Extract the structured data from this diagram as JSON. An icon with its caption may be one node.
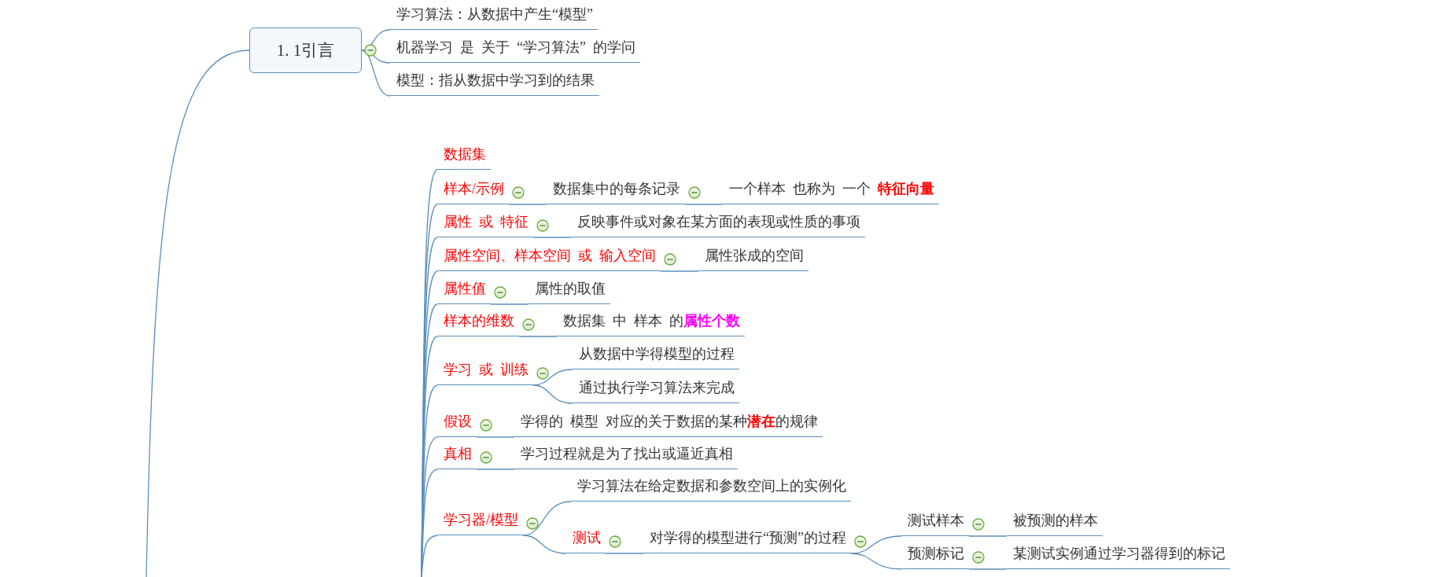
{
  "diagram": {
    "nodes": [
      {
        "text": [
          "1. 1引言"
        ]
      },
      {
        "text": [
          "学习算法：从数据中产生“模型”"
        ]
      },
      {
        "text": [
          "机器学习  是  关于  “学习算法”  的学问"
        ]
      },
      {
        "text": [
          "模型：指从数据中学习到的结果"
        ]
      },
      {
        "text": [
          "数据集"
        ]
      },
      {
        "text": [
          "样本/示例"
        ]
      },
      {
        "text": [
          "数据集中的每条记录"
        ]
      },
      {
        "text": [
          "一个样本  也称为  一个  **特征向量**"
        ]
      },
      {
        "text": [
          "属性  或  特征"
        ]
      },
      {
        "text": [
          "反映事件或对象在某方面的表现或性质的事项"
        ]
      },
      {
        "text": [
          "属性空间、样本空间  或  输入空间"
        ]
      },
      {
        "text": [
          "属性张成的空间"
        ]
      },
      {
        "text": [
          "属性值"
        ]
      },
      {
        "text": [
          "属性的取值"
        ]
      },
      {
        "text": [
          "样本的维数"
        ]
      },
      {
        "text": [
          "数据集  中  样本  的**属性个数**"
        ]
      },
      {
        "text": [
          "学习  或  训练"
        ]
      },
      {
        "text": [
          "从数据中学得模型的过程"
        ]
      },
      {
        "text": [
          "通过执行学习算法来完成"
        ]
      },
      {
        "text": [
          "假设"
        ]
      },
      {
        "text": [
          "学得的  模型  对应的关于数据的某种**潜在**的规律"
        ]
      },
      {
        "text": [
          "真相"
        ]
      },
      {
        "text": [
          "学习过程就是为了找出或逼近真相"
        ]
      },
      {
        "text": [
          "学习器/模型"
        ]
      },
      {
        "text": [
          "学习算法在给定数据和参数空间上的实例化"
        ]
      },
      {
        "text": [
          "测试"
        ]
      },
      {
        "text": [
          "对学得的模型进行“预测”的过程"
        ]
      },
      {
        "text": [
          "测试样本"
        ]
      },
      {
        "text": [
          "被预测的样本"
        ]
      },
      {
        "text": [
          "预测标记"
        ]
      },
      {
        "text": [
          "某测试实例通过学习器得到的标记"
        ]
      }
    ],
    "edges": [
      {
        "from": null,
        "to": 0,
        "arrow": "none"
      },
      {
        "from": 0,
        "to": 1,
        "arrow": "none"
      },
      {
        "from": 0,
        "to": 2,
        "arrow": "none"
      },
      {
        "from": 0,
        "to": 3,
        "arrow": "none"
      },
      {
        "from": null,
        "to": 4,
        "arrow": "none"
      },
      {
        "from": null,
        "to": 5,
        "arrow": "none"
      },
      {
        "from": 5,
        "to": 6,
        "arrow": "none"
      },
      {
        "from": 6,
        "to": 7,
        "arrow": "none"
      },
      {
        "from": null,
        "to": 8,
        "arrow": "none"
      },
      {
        "from": 8,
        "to": 9,
        "arrow": "none"
      },
      {
        "from": null,
        "to": 10,
        "arrow": "none"
      },
      {
        "from": 10,
        "to": 11,
        "arrow": "none"
      },
      {
        "from": null,
        "to": 12,
        "arrow": "none"
      },
      {
        "from": 12,
        "to": 13,
        "arrow": "none"
      },
      {
        "from": null,
        "to": 14,
        "arrow": "none"
      },
      {
        "from": 14,
        "to": 15,
        "arrow": "none"
      },
      {
        "from": null,
        "to": 16,
        "arrow": "none"
      },
      {
        "from": 16,
        "to": 17,
        "arrow": "none"
      },
      {
        "from": 16,
        "to": 18,
        "arrow": "none"
      },
      {
        "from": null,
        "to": 19,
        "arrow": "none"
      },
      {
        "from": 19,
        "to": 20,
        "arrow": "none"
      },
      {
        "from": null,
        "to": 21,
        "arrow": "none"
      },
      {
        "from": 21,
        "to": 22,
        "arrow": "none"
      },
      {
        "from": null,
        "to": 23,
        "arrow": "none"
      },
      {
        "from": 23,
        "to": 24,
        "arrow": "none"
      },
      {
        "from": 23,
        "to": 25,
        "arrow": "none"
      },
      {
        "from": 25,
        "to": 26,
        "arrow": "none"
      },
      {
        "from": 26,
        "to": 27,
        "arrow": "none"
      },
      {
        "from": 27,
        "to": 28,
        "arrow": "none"
      },
      {
        "from": 26,
        "to": 29,
        "arrow": "none"
      },
      {
        "from": 29,
        "to": 30,
        "arrow": "none"
      }
    ]
  }
}
